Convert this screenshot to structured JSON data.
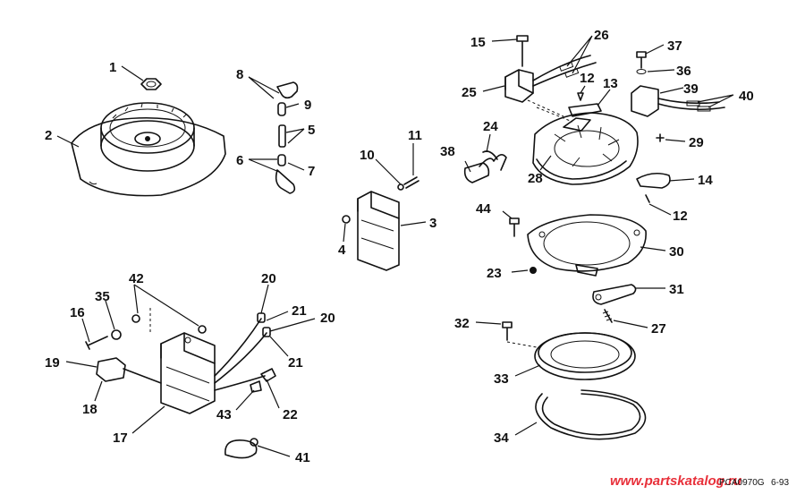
{
  "callouts": [
    {
      "id": "c1",
      "text": "1"
    },
    {
      "id": "c2",
      "text": "2"
    },
    {
      "id": "c3",
      "text": "3"
    },
    {
      "id": "c4",
      "text": "4"
    },
    {
      "id": "c5",
      "text": "5"
    },
    {
      "id": "c6",
      "text": "6"
    },
    {
      "id": "c7",
      "text": "7"
    },
    {
      "id": "c8",
      "text": "8"
    },
    {
      "id": "c9",
      "text": "9"
    },
    {
      "id": "c10",
      "text": "10"
    },
    {
      "id": "c11",
      "text": "11"
    },
    {
      "id": "c12a",
      "text": "12"
    },
    {
      "id": "c12b",
      "text": "12"
    },
    {
      "id": "c13",
      "text": "13"
    },
    {
      "id": "c14",
      "text": "14"
    },
    {
      "id": "c15",
      "text": "15"
    },
    {
      "id": "c16",
      "text": "16"
    },
    {
      "id": "c17",
      "text": "17"
    },
    {
      "id": "c18",
      "text": "18"
    },
    {
      "id": "c19",
      "text": "19"
    },
    {
      "id": "c20a",
      "text": "20"
    },
    {
      "id": "c20b",
      "text": "20"
    },
    {
      "id": "c21a",
      "text": "21"
    },
    {
      "id": "c21b",
      "text": "21"
    },
    {
      "id": "c22",
      "text": "22"
    },
    {
      "id": "c23",
      "text": "23"
    },
    {
      "id": "c24",
      "text": "24"
    },
    {
      "id": "c25",
      "text": "25"
    },
    {
      "id": "c26",
      "text": "26"
    },
    {
      "id": "c27",
      "text": "27"
    },
    {
      "id": "c28",
      "text": "28"
    },
    {
      "id": "c29",
      "text": "29"
    },
    {
      "id": "c30",
      "text": "30"
    },
    {
      "id": "c31",
      "text": "31"
    },
    {
      "id": "c32",
      "text": "32"
    },
    {
      "id": "c33",
      "text": "33"
    },
    {
      "id": "c34",
      "text": "34"
    },
    {
      "id": "c35",
      "text": "35"
    },
    {
      "id": "c36",
      "text": "36"
    },
    {
      "id": "c37",
      "text": "37"
    },
    {
      "id": "c38",
      "text": "38"
    },
    {
      "id": "c39",
      "text": "39"
    },
    {
      "id": "c40",
      "text": "40"
    },
    {
      "id": "c41",
      "text": "41"
    },
    {
      "id": "c42",
      "text": "42"
    },
    {
      "id": "c43",
      "text": "43"
    },
    {
      "id": "c44",
      "text": "44"
    }
  ],
  "watermark": "www.partskatalog.ru",
  "drawing_code": "PCA0970G",
  "drawing_date": "6-93",
  "colors": {
    "watermark": "#e8303a",
    "ink": "#111111"
  }
}
